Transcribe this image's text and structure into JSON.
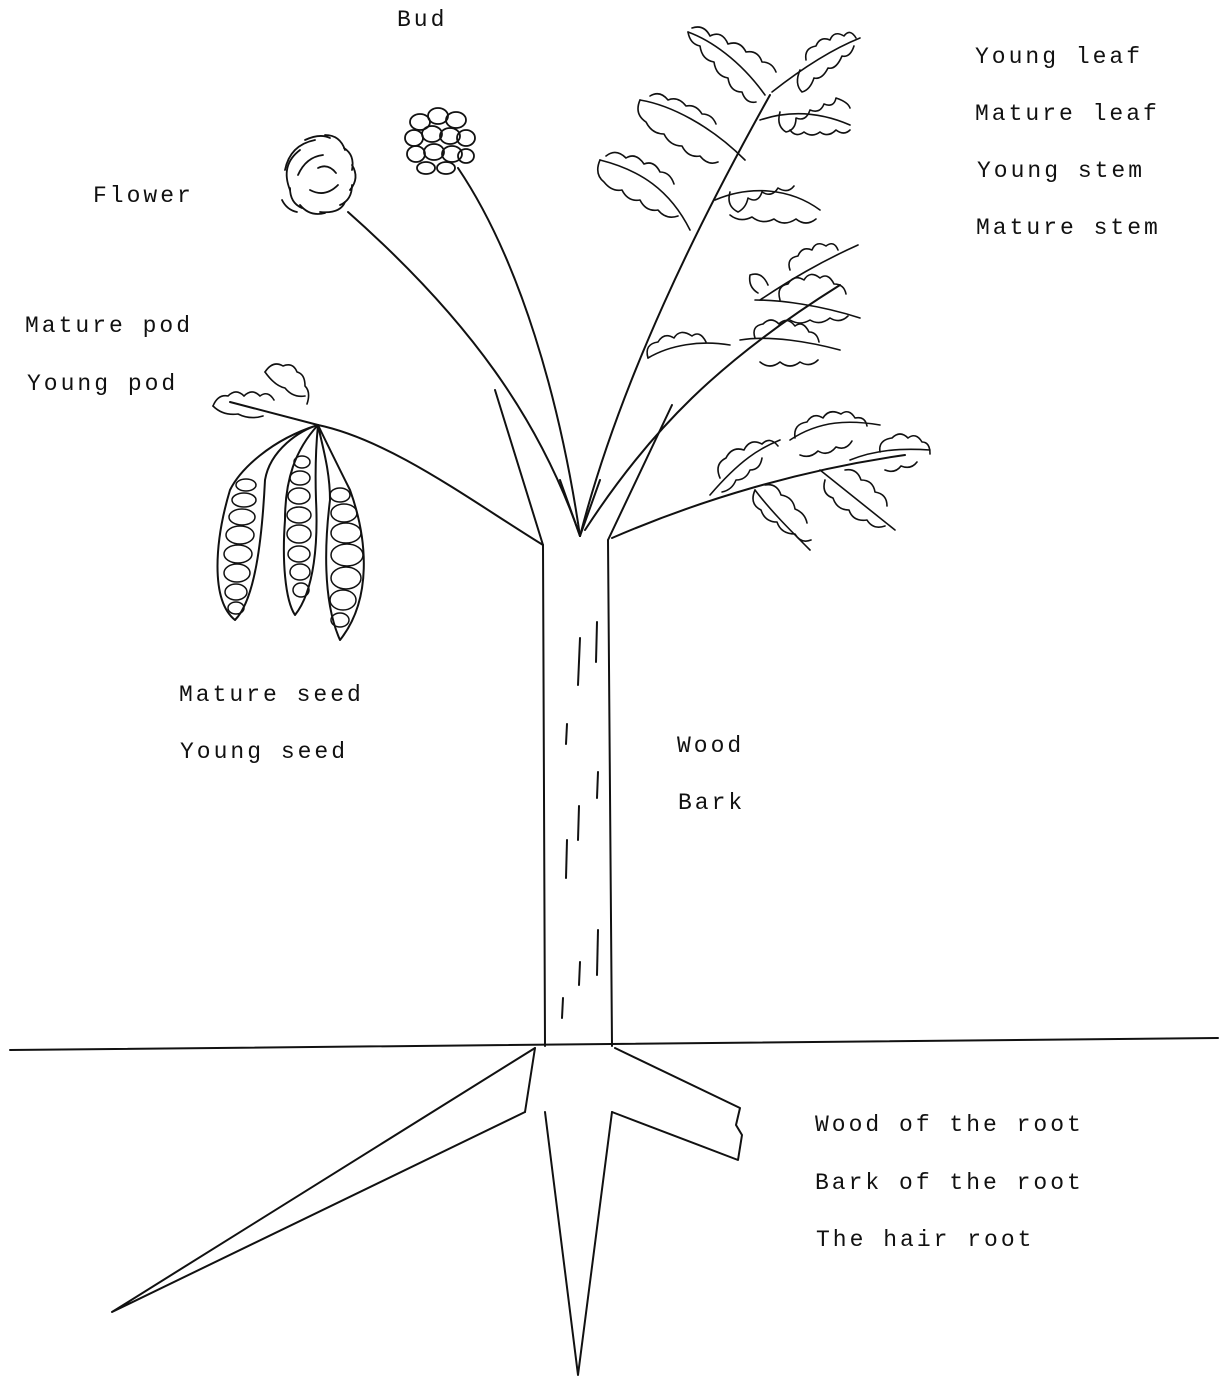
{
  "labels": {
    "bud": "Bud",
    "flower": "Flower",
    "young_leaf": "Young leaf",
    "mature_leaf": "Mature leaf",
    "young_stem": "Young stem",
    "mature_stem": "Mature stem",
    "mature_pod": "Mature pod",
    "young_pod": "Young pod",
    "mature_seed": "Mature seed",
    "young_seed": "Young seed",
    "wood": "Wood",
    "bark": "Bark",
    "wood_of_root": "Wood of the root",
    "bark_of_root": "Bark of the root",
    "hair_root": "The hair root"
  },
  "colors": {
    "ink": "#111111",
    "paper": "#ffffff"
  }
}
